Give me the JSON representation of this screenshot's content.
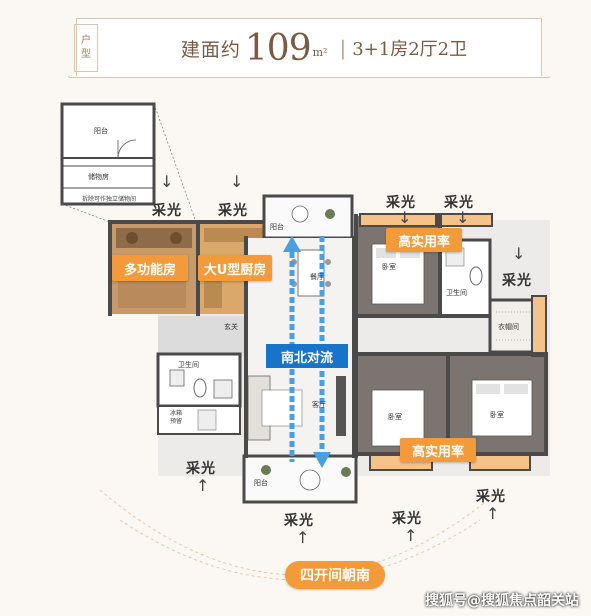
{
  "header": {
    "tag_chars": [
      "户",
      "型"
    ],
    "prefix": "建面约",
    "area_number": "109",
    "area_unit": "m²",
    "separator": "|",
    "layout": "3+1房2厅2卫"
  },
  "rooms": {
    "balcony_top_left": "阳台",
    "storage": "储物房",
    "storage_note": "拆除可作独立储物间",
    "entrance": "玄关",
    "bathroom_left": "卫生间",
    "fridge_note": "冰箱\n预留",
    "dining": "餐厅",
    "living": "客厅",
    "balcony_top": "阳台",
    "balcony_bottom": "阳台",
    "bedroom_top": "卧室",
    "bathroom_right": "卫生间",
    "cloakroom": "衣帽间",
    "bedroom_bottom_left": "卧室",
    "bedroom_bottom_right": "卧室"
  },
  "labels": {
    "multi_room": "多功能房",
    "u_kitchen": "大U型厨房",
    "high_use_top": "高实用率",
    "high_use_bottom": "高实用率",
    "north_south": "南北对流",
    "four_south": "四开间朝南",
    "lighting": "采光"
  },
  "colors": {
    "accent_orange": "#f39a3a",
    "ventilation_blue": "#1874c9",
    "header_brown": "#7a5a43"
  },
  "watermark": "搜狐号@搜狐焦点韶关站"
}
